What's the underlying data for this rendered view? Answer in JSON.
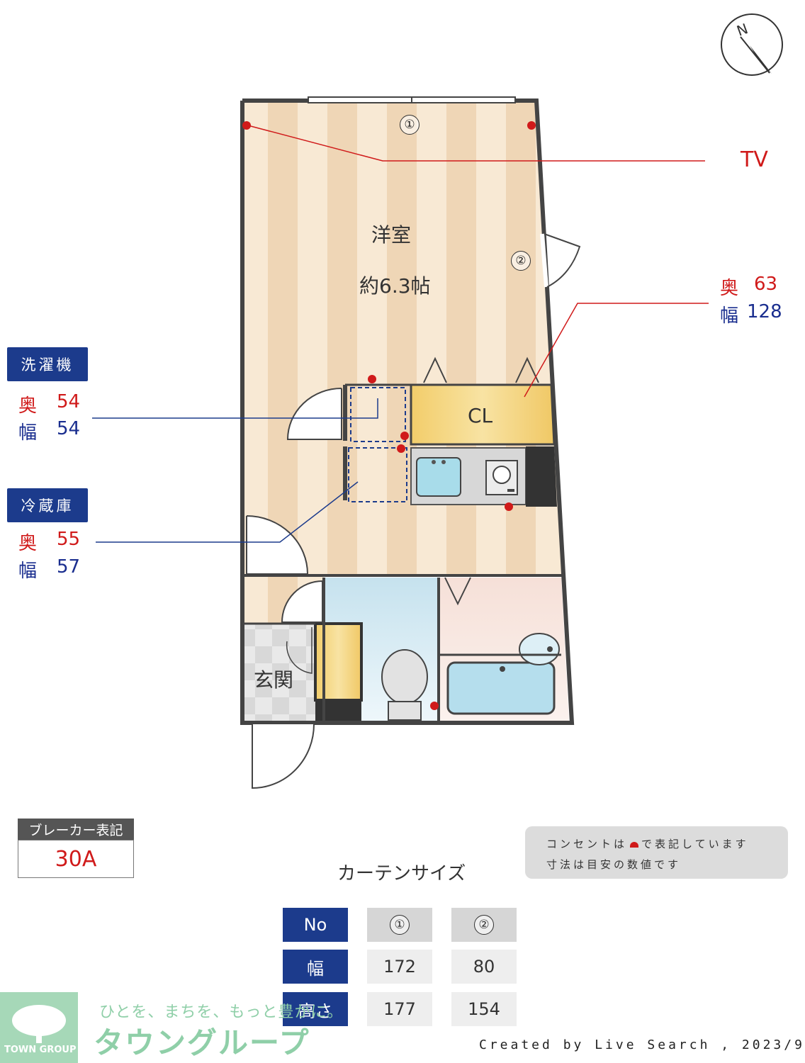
{
  "compass": {
    "north_label": "N"
  },
  "rooms": {
    "western_room": {
      "name": "洋室",
      "size": "約6.3帖"
    },
    "closet": "CL",
    "entrance": "玄関"
  },
  "window_markers": [
    "①",
    "②"
  ],
  "tv_label": "TV",
  "closet_dims": {
    "depth_label": "奥",
    "depth": "63",
    "width_label": "幅",
    "width": "128"
  },
  "washer": {
    "title": "洗濯機",
    "depth_label": "奥",
    "depth": "54",
    "width_label": "幅",
    "width": "54"
  },
  "fridge": {
    "title": "冷蔵庫",
    "depth_label": "奥",
    "depth": "55",
    "width_label": "幅",
    "width": "57"
  },
  "breaker": {
    "title": "ブレーカー表記",
    "value": "30A"
  },
  "notes": {
    "line1_pre": "コンセントは",
    "line1_post": "で表記しています",
    "line2": "寸法は目安の数値です"
  },
  "curtain": {
    "title": "カーテンサイズ",
    "headers": [
      "No",
      "①",
      "②"
    ],
    "rows": [
      {
        "label": "幅",
        "values": [
          "172",
          "80"
        ]
      },
      {
        "label": "高さ",
        "values": [
          "177",
          "154"
        ]
      }
    ]
  },
  "company": {
    "slogan": "ひとを、まちを、もっと豊かに。",
    "name": "タウングループ",
    "logo_text": "TOWN GROUP"
  },
  "credit": "Created by Live Search , 2023/9",
  "colors": {
    "outlet": "#d01a1a",
    "label_bg": "#1c3b8c",
    "floor_light": "#f6e6cf",
    "floor_dark": "#efd4b3",
    "closet": "#f5d878",
    "bath": "#c9e4ef",
    "logo_green": "#86c9a0"
  }
}
